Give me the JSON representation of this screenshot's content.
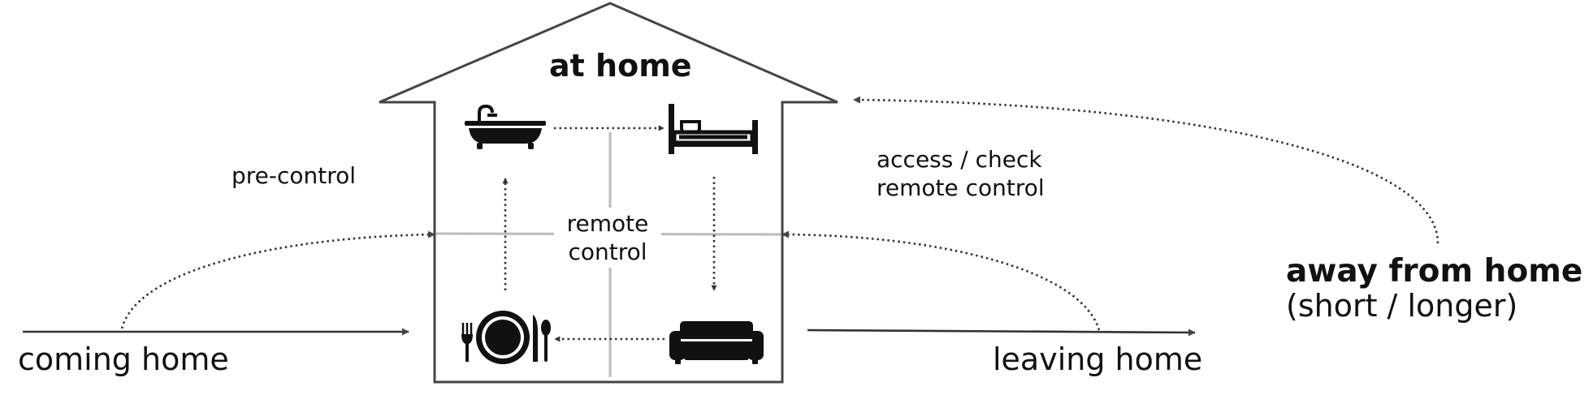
{
  "house": {
    "title": "at home"
  },
  "center": {
    "line1": "remote",
    "line2": "control"
  },
  "labels": {
    "pre_control": "pre-control",
    "access_line1": "access / check",
    "access_line2": "remote control",
    "away_line1": "away from home",
    "away_line2": "(short / longer)",
    "coming_home": "coming home",
    "leaving_home": "leaving home"
  },
  "icons": [
    "bathtub-icon",
    "bed-icon",
    "sofa-icon",
    "dining-icon"
  ],
  "colors": {
    "outline": "#444444",
    "icon": "#111111",
    "cross": "#bbbbbb",
    "text": "#111111"
  }
}
